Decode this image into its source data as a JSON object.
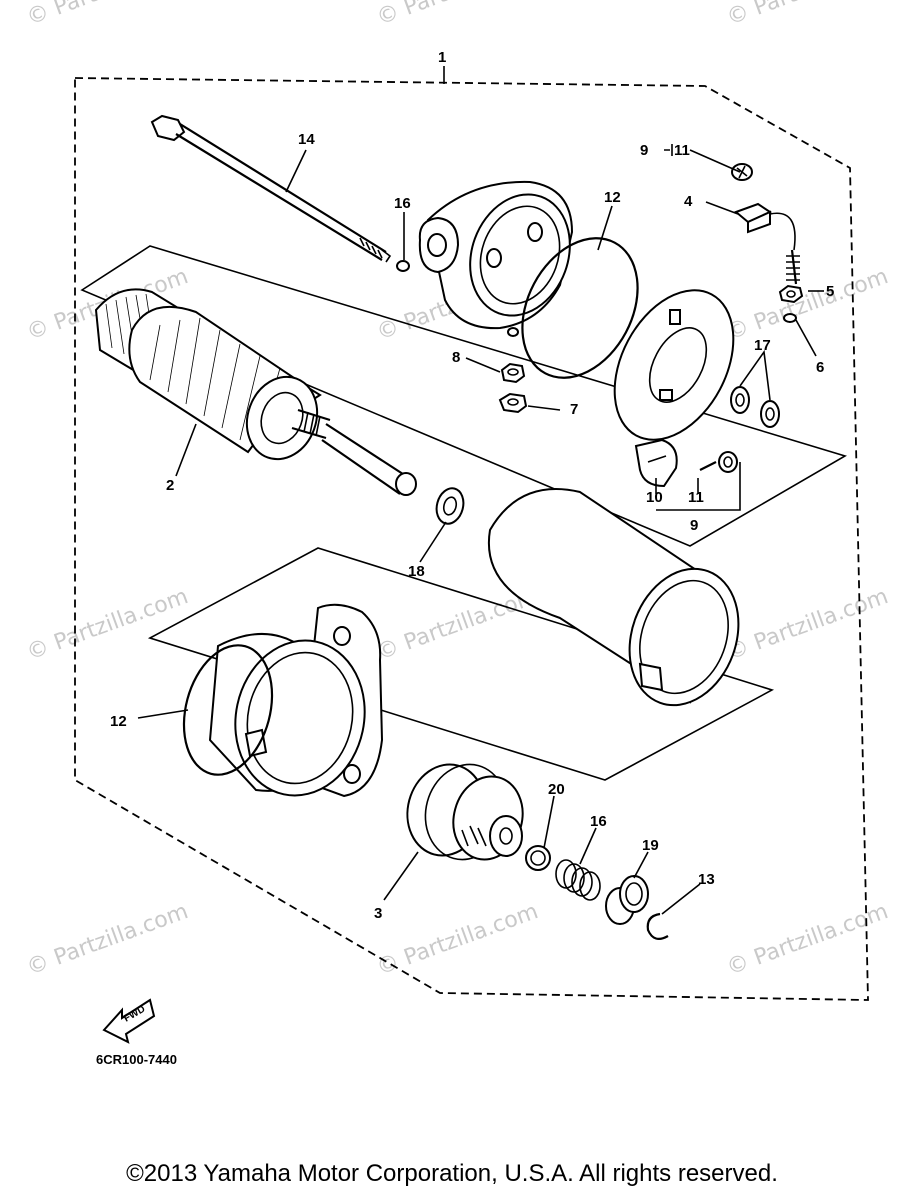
{
  "watermark_text": "© Partzilla.com",
  "drawing_code": "6CR100-7440",
  "fwd_label": "FWD",
  "copyright": "©2013 Yamaha Motor Corporation, U.S.A. All rights reserved.",
  "callouts": {
    "c1": "1",
    "c2": "2",
    "c3": "3",
    "c4": "4",
    "c5": "5",
    "c6": "6",
    "c7": "7",
    "c8": "8",
    "c9a": "9",
    "c9b": "9",
    "c10": "10",
    "c11a": "11",
    "c11b": "11",
    "c12a": "12",
    "c12b": "12",
    "c13": "13",
    "c14": "14",
    "c16a": "16",
    "c16b": "16",
    "c17": "17",
    "c18": "18",
    "c19": "19",
    "c20": "20"
  }
}
